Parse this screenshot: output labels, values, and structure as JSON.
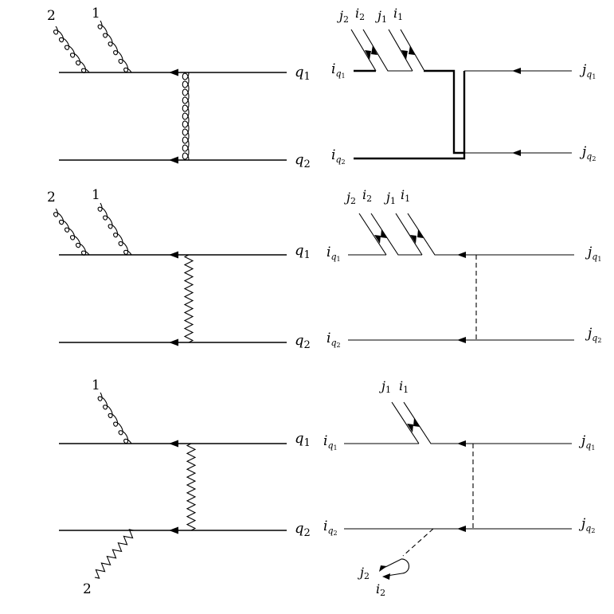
{
  "diagrams": {
    "row1": {
      "left": {
        "gluon_a": "2",
        "gluon_b": "1",
        "quark_top": "q",
        "quark_top_sub": "1",
        "quark_bottom": "q",
        "quark_bottom_sub": "2"
      },
      "right": {
        "i_top": "i",
        "i_top_sub": "q",
        "i_top_subsub": "1",
        "i_bottom": "i",
        "i_bottom_sub": "q",
        "i_bottom_subsub": "2",
        "j_top": "j",
        "j_top_sub": "q",
        "j_top_subsub": "1",
        "j_bottom": "j",
        "j_bottom_sub": "q",
        "j_bottom_subsub": "2",
        "g2_j": "j",
        "g2_j_sub": "2",
        "g2_i": "i",
        "g2_i_sub": "2",
        "g1_j": "j",
        "g1_j_sub": "1",
        "g1_i": "i",
        "g1_i_sub": "1"
      }
    },
    "row2": {
      "left": {
        "gluon_a": "2",
        "gluon_b": "1",
        "quark_top": "q",
        "quark_top_sub": "1",
        "quark_bottom": "q",
        "quark_bottom_sub": "2"
      },
      "right": {
        "i_top": "i",
        "i_top_sub": "q",
        "i_top_subsub": "1",
        "i_bottom": "i",
        "i_bottom_sub": "q",
        "i_bottom_subsub": "2",
        "j_top": "j",
        "j_top_sub": "q",
        "j_top_subsub": "1",
        "j_bottom": "j",
        "j_bottom_sub": "q",
        "j_bottom_subsub": "2",
        "g2_j": "j",
        "g2_j_sub": "2",
        "g2_i": "i",
        "g2_i_sub": "2",
        "g1_j": "j",
        "g1_j_sub": "1",
        "g1_i": "i",
        "g1_i_sub": "1"
      }
    },
    "row3": {
      "left": {
        "gluon_a": "1",
        "photon": "2",
        "quark_top": "q",
        "quark_top_sub": "1",
        "quark_bottom": "q",
        "quark_bottom_sub": "2"
      },
      "right": {
        "i_top": "i",
        "i_top_sub": "q",
        "i_top_subsub": "1",
        "i_bottom": "i",
        "i_bottom_sub": "q",
        "i_bottom_subsub": "2",
        "j_top": "j",
        "j_top_sub": "q",
        "j_top_subsub": "1",
        "j_bottom": "j",
        "j_bottom_sub": "q",
        "j_bottom_subsub": "2",
        "g1_j": "j",
        "g1_j_sub": "1",
        "g1_i": "i",
        "g1_i_sub": "1",
        "loop_j": "j",
        "loop_j_sub": "2",
        "loop_i": "i",
        "loop_i_sub": "2"
      }
    }
  }
}
